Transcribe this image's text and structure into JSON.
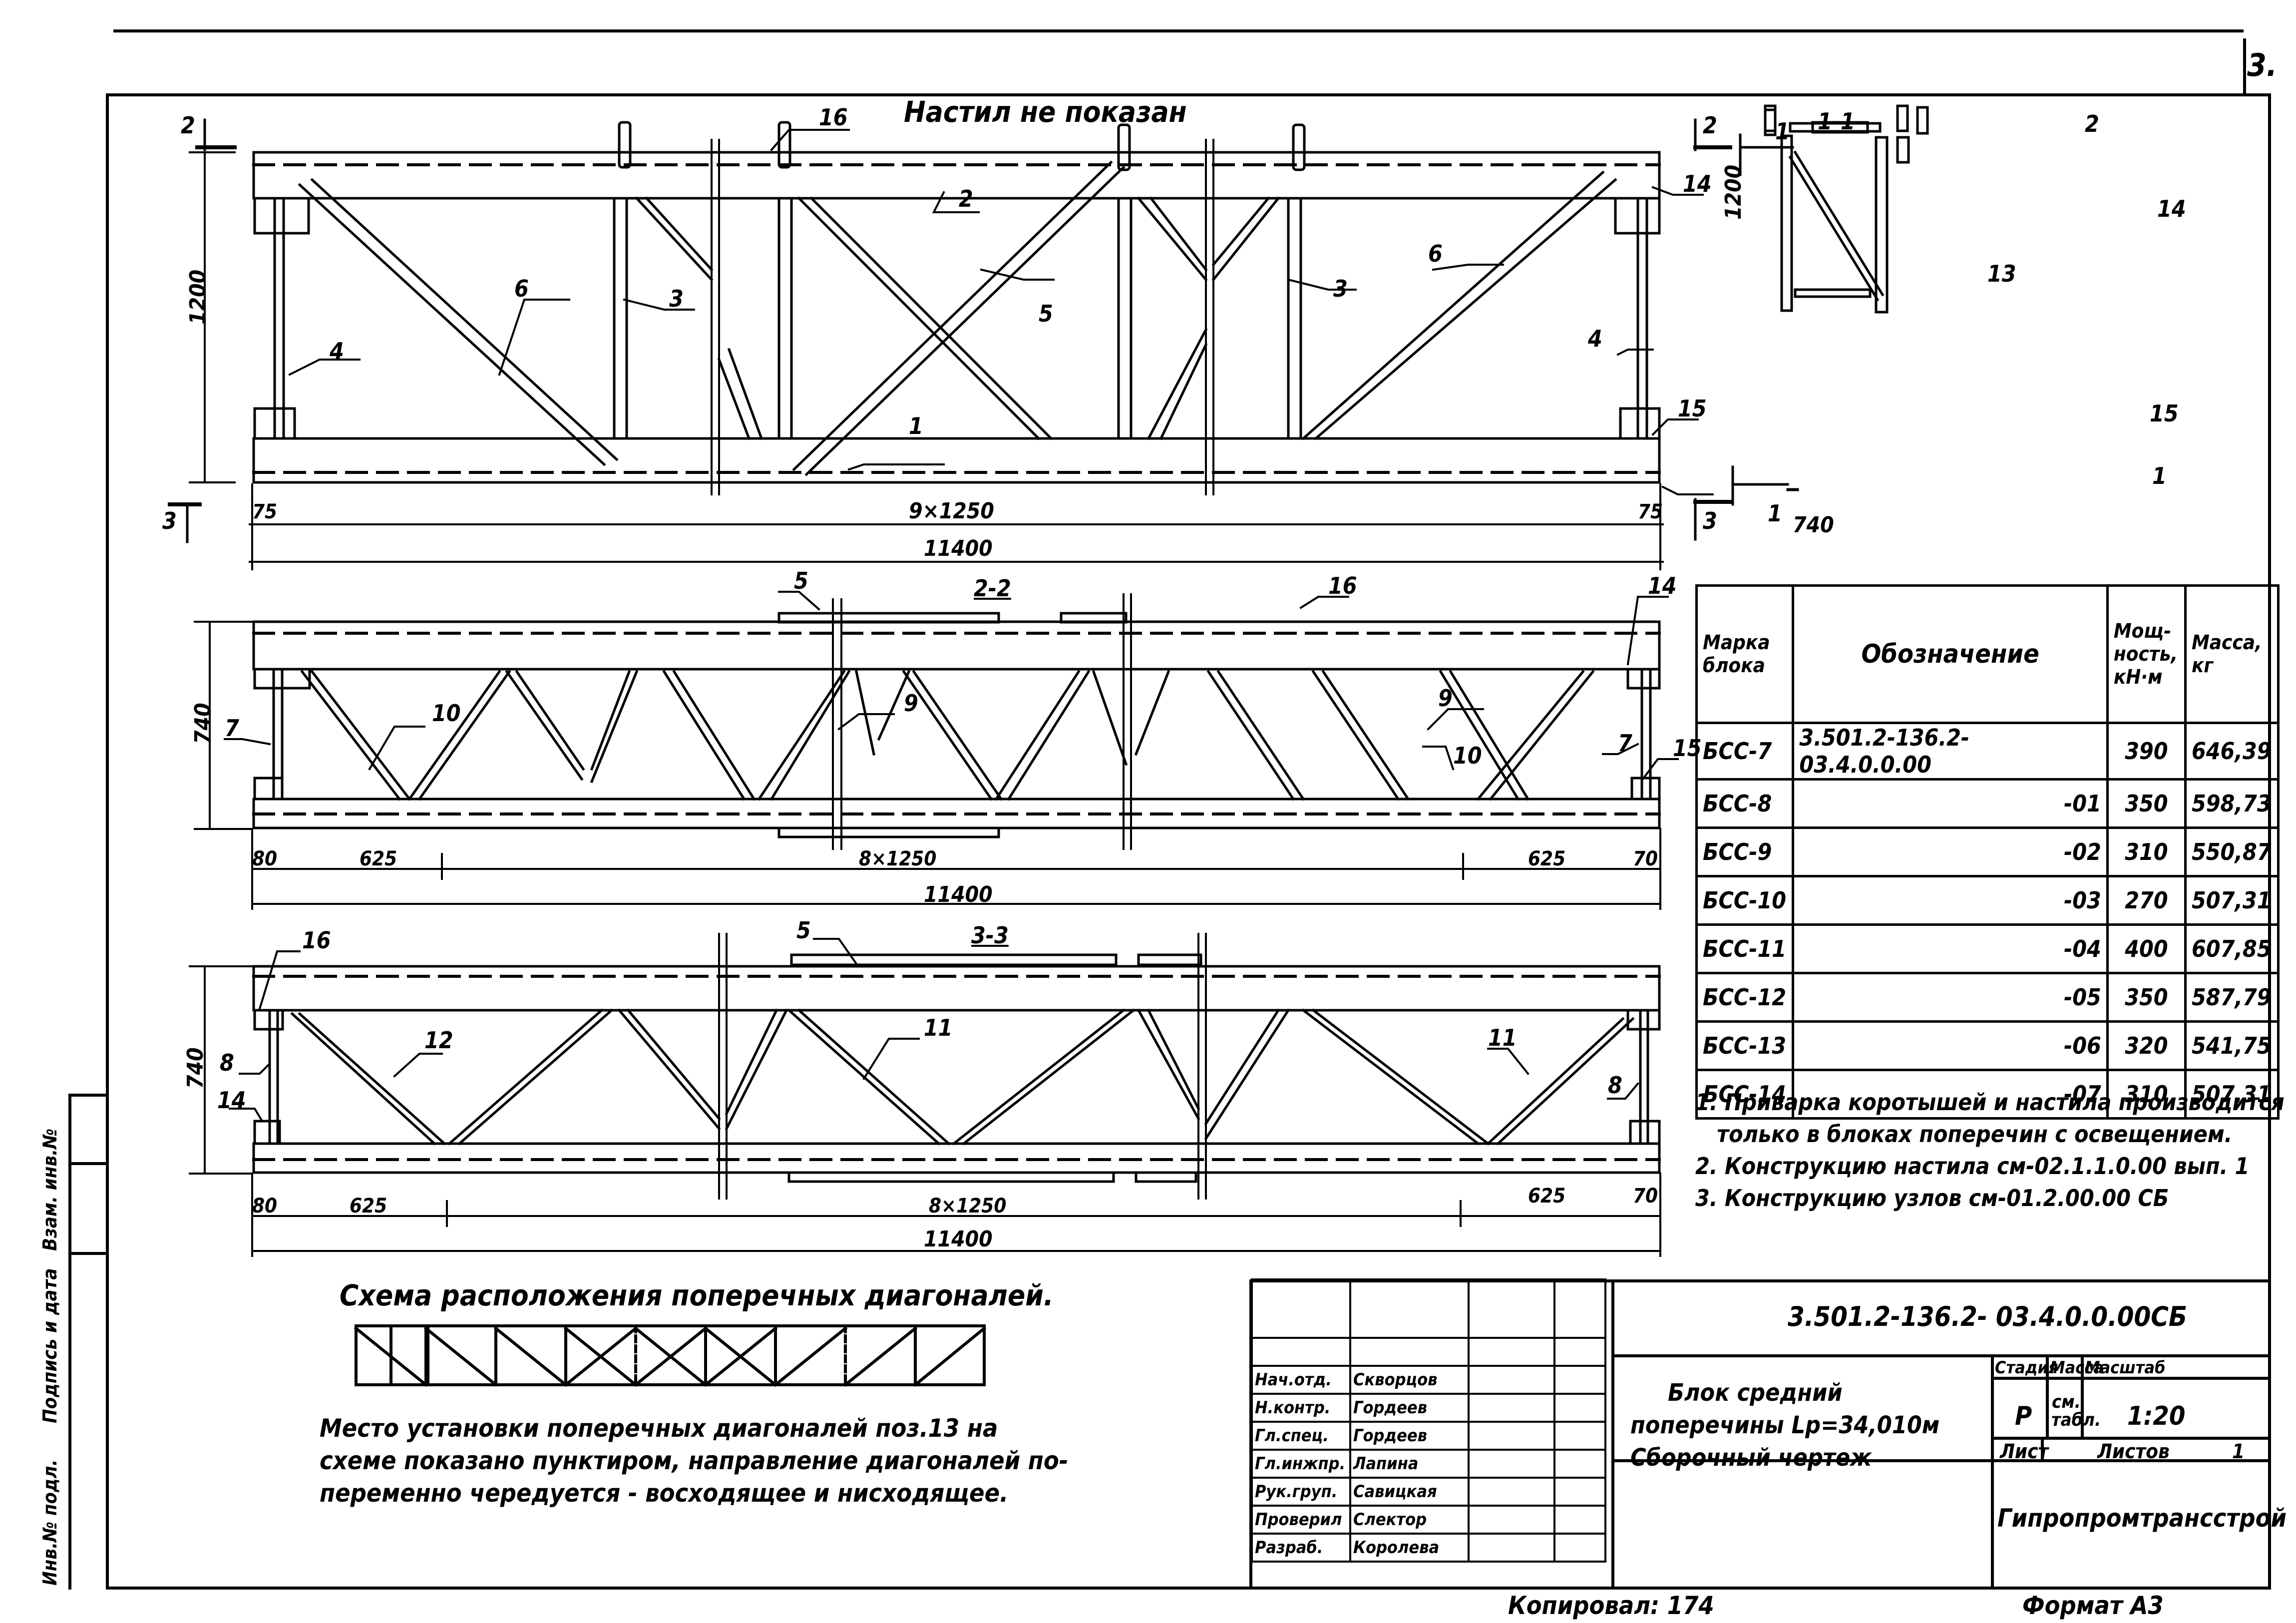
{
  "sheet": {
    "corner_number": "3.",
    "format": "Формат А3",
    "copied_by": "Копировал: 174"
  },
  "elevation_main": {
    "note": "Настил не показан",
    "height_dim": "1200",
    "span_dim": "9×1250",
    "total_dim": "11400",
    "edge_left": "75",
    "edge_right": "75",
    "section_marks": {
      "left_top": "2",
      "left_bottom": "3",
      "right_top": "2",
      "right_bottom": "3",
      "cut_top": "1",
      "cut_bottom": "1"
    },
    "callouts": [
      "16",
      "2",
      "6",
      "3",
      "4",
      "5",
      "3",
      "6",
      "14",
      "4",
      "15",
      "1"
    ]
  },
  "section_1_1": {
    "title": "1-1",
    "height_dim": "1200",
    "width_dim": "740",
    "callouts": [
      "2",
      "14",
      "13",
      "15",
      "1"
    ]
  },
  "section_2_2": {
    "title": "2-2",
    "height_dim": "740",
    "dims": {
      "left_edge": "80",
      "left_panel": "625",
      "middle": "8×1250",
      "right_panel": "625",
      "right_edge": "70",
      "total": "11400"
    },
    "callouts": [
      "5",
      "16",
      "14",
      "7",
      "10",
      "9",
      "9",
      "10",
      "7",
      "15"
    ]
  },
  "section_3_3": {
    "title": "3-3",
    "height_dim": "740",
    "dims": {
      "left_edge": "80",
      "left_panel": "625",
      "middle": "8×1250",
      "right_panel": "625",
      "right_edge": "70",
      "total": "11400"
    },
    "callouts": [
      "16",
      "5",
      "8",
      "14",
      "12",
      "11",
      "11",
      "8"
    ]
  },
  "spec_table": {
    "headers": {
      "mark": "Марка блока",
      "designation": "Обозначение",
      "capacity": "Мощ-ность, кН·м",
      "mass": "Масса, кг"
    },
    "rows": [
      {
        "mark": "БСС-7",
        "designation": "3.501.2-136.2-  03.4.0.0.00",
        "capacity": "390",
        "mass": "646,39"
      },
      {
        "mark": "БСС-8",
        "designation": "-01",
        "capacity": "350",
        "mass": "598,73"
      },
      {
        "mark": "БСС-9",
        "designation": "-02",
        "capacity": "310",
        "mass": "550,87"
      },
      {
        "mark": "БСС-10",
        "designation": "-03",
        "capacity": "270",
        "mass": "507,31"
      },
      {
        "mark": "БСС-11",
        "designation": "-04",
        "capacity": "400",
        "mass": "607,85"
      },
      {
        "mark": "БСС-12",
        "designation": "-05",
        "capacity": "350",
        "mass": "587,79"
      },
      {
        "mark": "БСС-13",
        "designation": "-06",
        "capacity": "320",
        "mass": "541,75"
      },
      {
        "mark": "БСС-14",
        "designation": "-07",
        "capacity": "310",
        "mass": "507,31"
      }
    ]
  },
  "notes": [
    "1. Приварка коротышей и настила производится",
    "   только в блоках поперечин с освещением.",
    "2. Конструкцию настила см-02.1.1.0.00 вып. 1",
    "3. Конструкцию узлов см-01.2.00.00 СБ"
  ],
  "diagonal_scheme": {
    "title": "Схема расположения поперечных диагоналей.",
    "description": [
      "Место установки поперечных диагоналей поз.13 на",
      "схеме показано пунктиром, направление диагоналей по-",
      "переменно чередуется - восходящее и нисходящее."
    ],
    "panels": 9
  },
  "title_block": {
    "document_code": "3.501.2-136.2-   03.4.0.0.00СБ",
    "title_lines": [
      "Блок средний",
      "поперечины  Lр=34,010м",
      "Сборочный  чертеж"
    ],
    "stage_label": "Стадия",
    "mass_label": "Масса",
    "scale_label": "Масштаб",
    "stage": "Р",
    "mass": "см. табл.",
    "scale": "1:20",
    "sheet_label": "Лист",
    "sheets_label": "Листов",
    "sheets": "1",
    "organization": "Гипропромтрансстрой",
    "signatures": [
      {
        "role": "Нач.отд.",
        "name": "Скворцов"
      },
      {
        "role": "Н.контр.",
        "name": "Гордеев"
      },
      {
        "role": "Гл.спец.",
        "name": "Гордеев"
      },
      {
        "role": "Гл.инжпр.",
        "name": "Лапина"
      },
      {
        "role": "Рук.груп.",
        "name": "Савицкая"
      },
      {
        "role": "Проверил",
        "name": "Слектор"
      },
      {
        "role": "Разраб.",
        "name": "Королева"
      }
    ]
  },
  "side_strip": {
    "labels": [
      "Инв.№ подл.",
      "Подпись и дата",
      "Взам. инв.№"
    ]
  }
}
